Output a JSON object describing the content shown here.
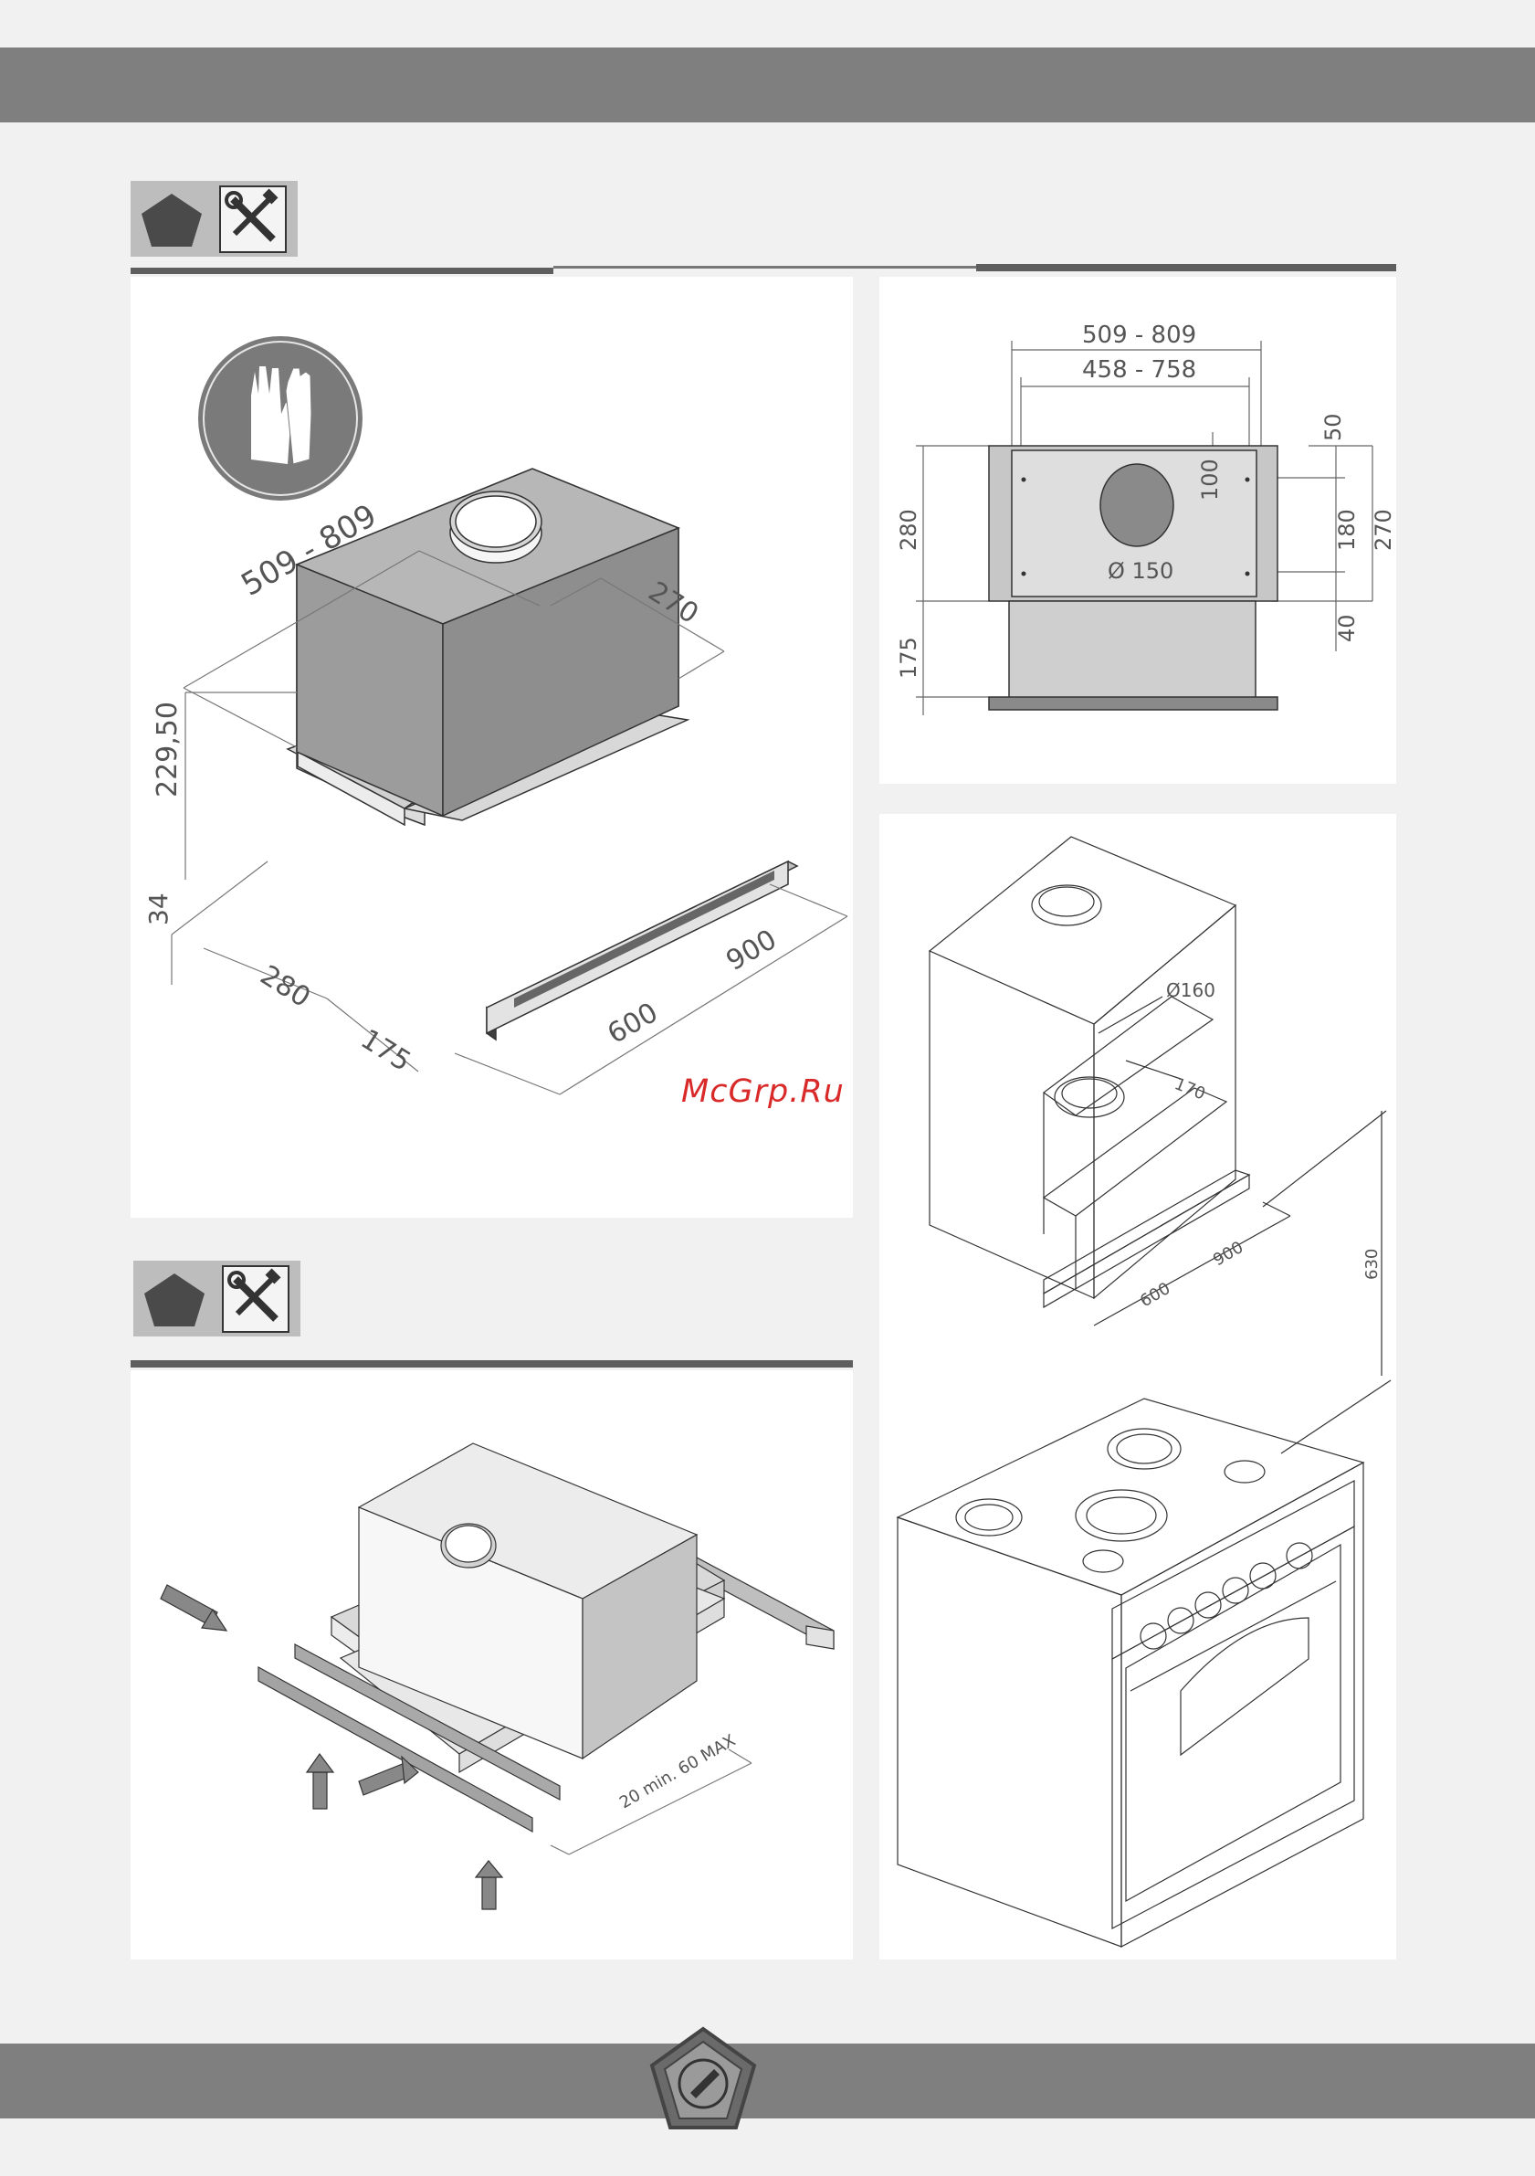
{
  "watermark": "McGrp.Ru",
  "dims_top_left": {
    "width": "509 - 809",
    "depth": "270",
    "height": "229,50",
    "slide_height": "34",
    "d1": "280",
    "d2": "175",
    "w1": "600",
    "w2": "900"
  },
  "dims_top_right": {
    "outer": "509 - 809",
    "inner": "458 - 758",
    "h1": "280",
    "h2": "175",
    "r50": "50",
    "r100": "100",
    "r180": "180",
    "r270": "270",
    "r40": "40",
    "diam": "Ø 150"
  },
  "dims_cabinet": {
    "diam": "Ø160",
    "offset": "170",
    "w1": "600",
    "w2": "900",
    "height": "630"
  },
  "dims_bottom": {
    "clearance": "20 min. 60 MAX"
  },
  "icons": [
    "pentagon-icon",
    "tools-icon",
    "gloves-icon",
    "logo-icon"
  ],
  "colors": {
    "band": "#7f7f7f",
    "panel": "#ffffff",
    "watermark": "#d92a2a"
  }
}
